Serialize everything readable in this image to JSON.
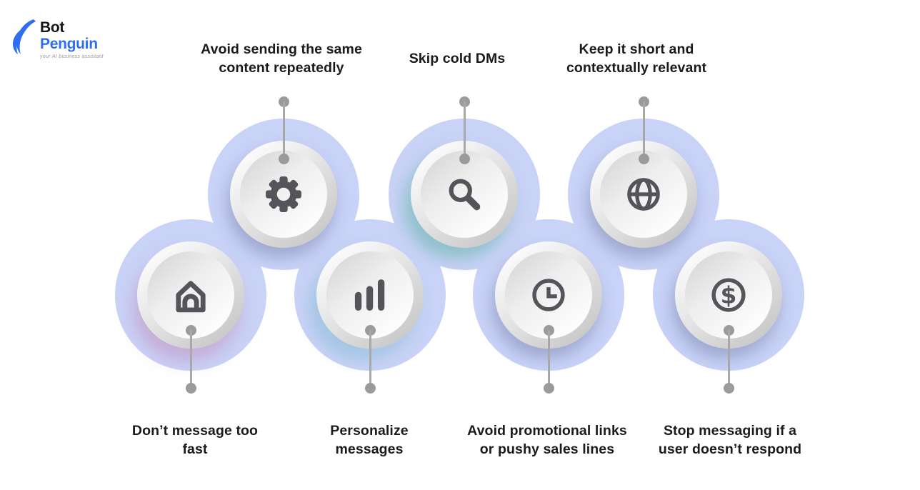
{
  "logo": {
    "bot": "Bot",
    "penguin": "Penguin",
    "tagline": "your AI business assistant"
  },
  "colors": {
    "logo_blue": "#2e6ff2",
    "blue_circle": "#c9d2f7",
    "icon_gray": "#54555a",
    "connector_gray": "#a8a8a8",
    "text_dark": "#1b1b1b"
  },
  "items": [
    {
      "id": "avoid-repeating",
      "icon": "gear-icon",
      "row": "top",
      "label_lines": [
        "Avoid sending the same",
        "content repeatedly"
      ]
    },
    {
      "id": "skip-cold-dms",
      "icon": "search-icon",
      "row": "top",
      "label_lines": [
        "Skip cold DMs",
        ""
      ]
    },
    {
      "id": "keep-short",
      "icon": "globe-icon",
      "row": "top",
      "label_lines": [
        "Keep it short and",
        "contextually relevant"
      ]
    },
    {
      "id": "dont-message-fast",
      "icon": "home-icon",
      "row": "bottom",
      "label_lines": [
        "Don’t message too",
        "fast"
      ]
    },
    {
      "id": "personalize",
      "icon": "bar-chart-icon",
      "row": "bottom",
      "label_lines": [
        "Personalize",
        "messages"
      ]
    },
    {
      "id": "avoid-promo-links",
      "icon": "clock-icon",
      "row": "bottom",
      "label_lines": [
        "Avoid promotional links",
        "or pushy sales lines"
      ]
    },
    {
      "id": "stop-messaging",
      "icon": "dollar-icon",
      "row": "bottom",
      "label_lines": [
        "Stop messaging if a",
        "user doesn’t respond"
      ]
    }
  ]
}
